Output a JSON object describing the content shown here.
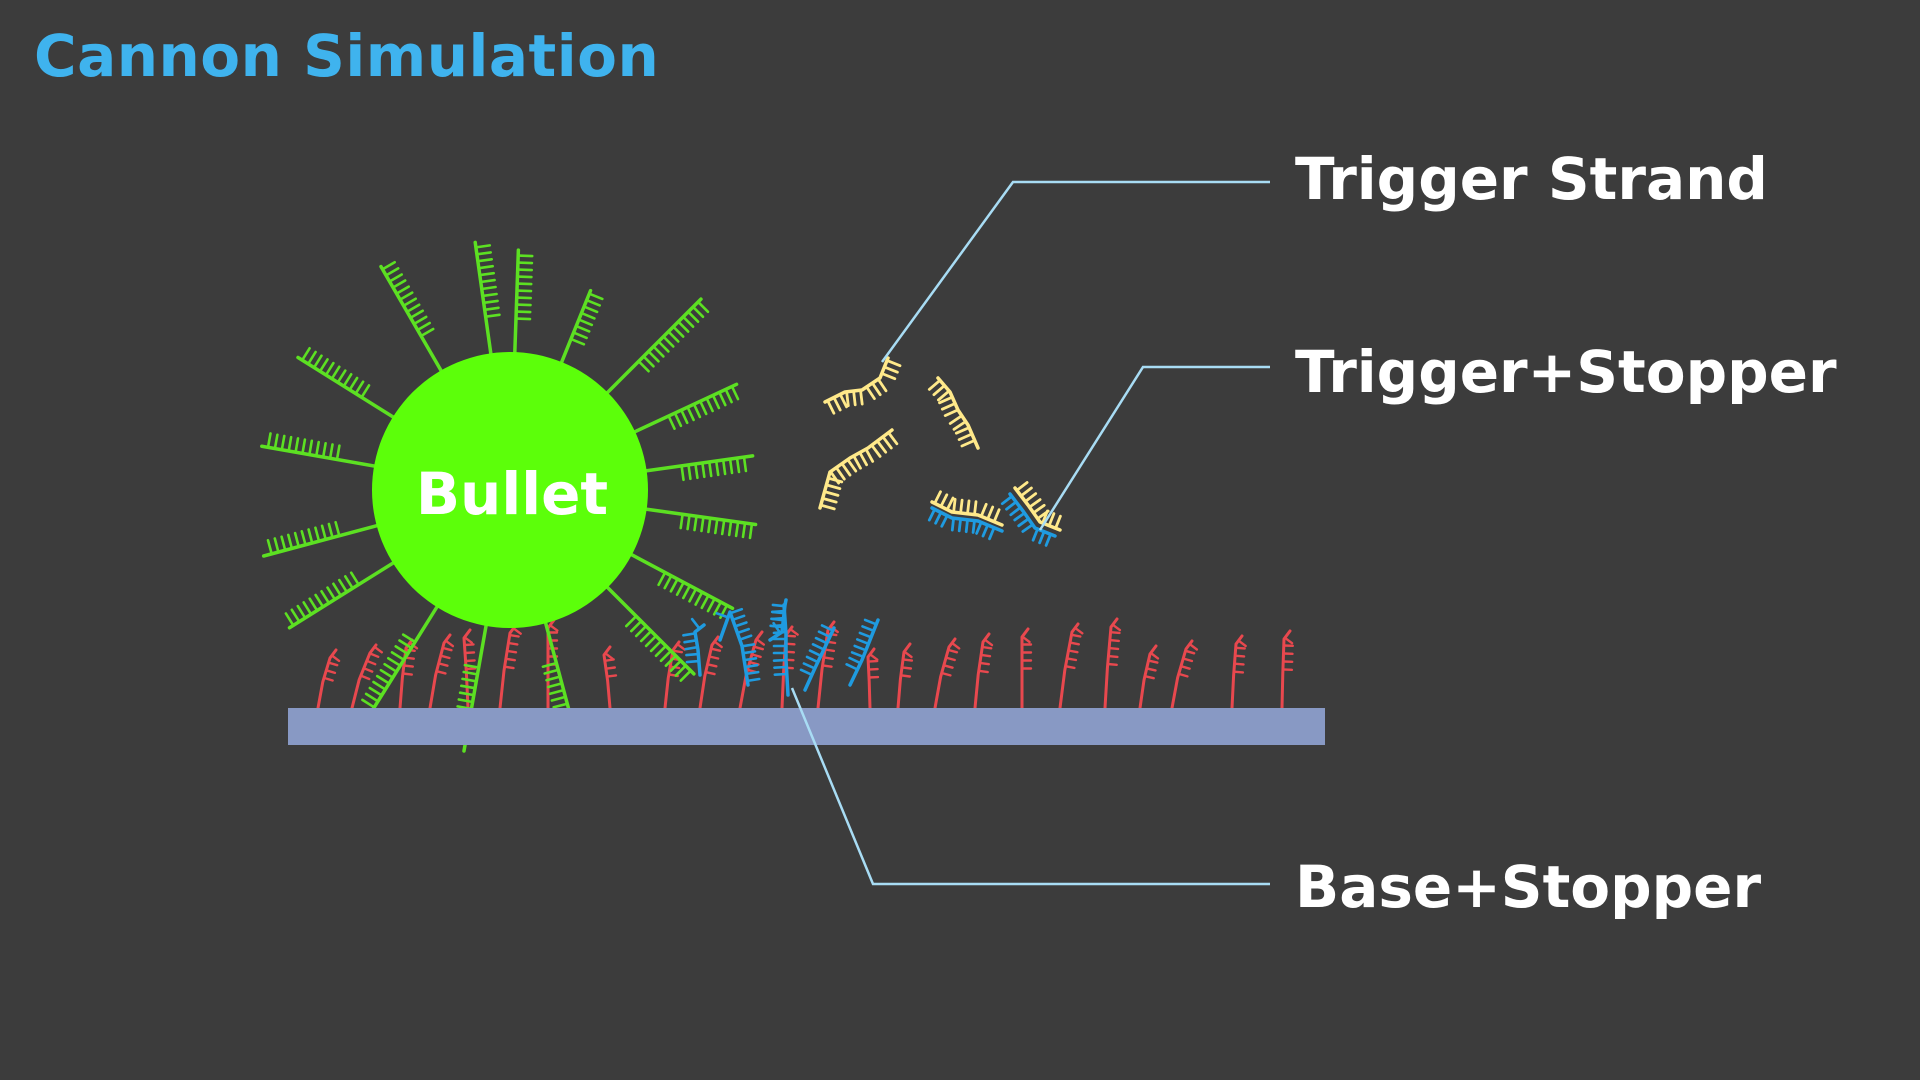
{
  "title": "Cannon Simulation",
  "bullet": {
    "label": "Bullet"
  },
  "labels": {
    "trigger_strand": "Trigger Strand",
    "trigger_stopper": "Trigger+Stopper",
    "base_stopper": "Base+Stopper"
  },
  "colors": {
    "background": "#3c3c3c",
    "title": "#3fb3ee",
    "bullet": "#5cff0a",
    "bullet_strand": "#5ce022",
    "base_strand": "#e8484e",
    "stopper": "#1f9be0",
    "trigger": "#ffe98a",
    "surface": "#8899c4",
    "leader_line": "#a8dcf4"
  }
}
